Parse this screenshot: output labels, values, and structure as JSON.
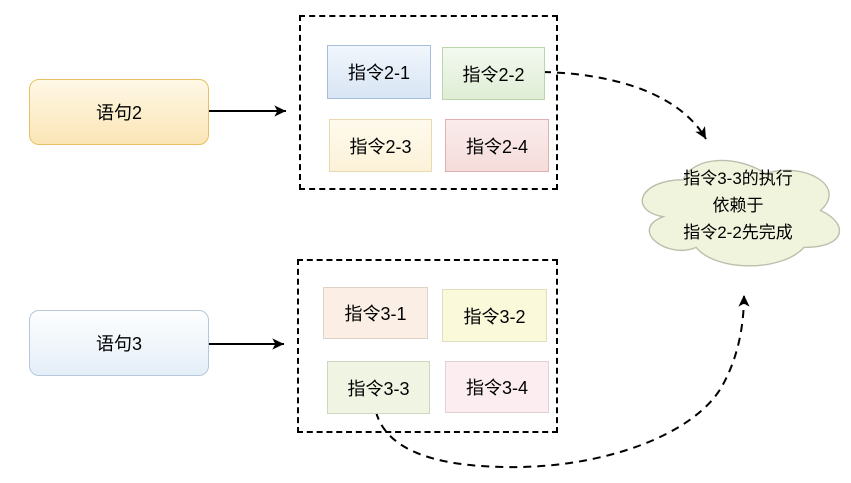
{
  "statements": [
    {
      "label": "语句2",
      "fill_top": "#fef8e6",
      "fill_bottom": "#fbe5b6",
      "border": "#e8c063"
    },
    {
      "label": "语句3",
      "fill_top": "#fdfefe",
      "fill_bottom": "#e4eef8",
      "border": "#b5c7d8"
    }
  ],
  "groups": [
    {
      "name": "statement2-instructions",
      "items": [
        {
          "label": "指令2-1",
          "fill": "#d8e5f4",
          "border": "#a6bfdc"
        },
        {
          "label": "指令2-2",
          "fill": "#dfedd5",
          "border": "#bcd6ac"
        },
        {
          "label": "指令2-3",
          "fill": "#fcf2d8",
          "border": "#e8daae"
        },
        {
          "label": "指令2-4",
          "fill": "#f5dcdb",
          "border": "#dfb0b2"
        }
      ]
    },
    {
      "name": "statement3-instructions",
      "items": [
        {
          "label": "指令3-1",
          "fill": "#fbefe5",
          "border": "#ded4c6"
        },
        {
          "label": "指令3-2",
          "fill": "#faf9da",
          "border": "#e0e0c0"
        },
        {
          "label": "指令3-3",
          "fill": "#f0f5e3",
          "border": "#cfd6be"
        },
        {
          "label": "指令3-4",
          "fill": "#fbedf0",
          "border": "#e3d0d4"
        }
      ]
    }
  ],
  "cloud": {
    "lines": [
      "指令3-3的执行",
      "依赖于",
      "指令2-2先完成"
    ],
    "fill": "#f0f4dc",
    "border": "#bcbfac"
  },
  "connector_color": "#000000",
  "group_border_style": "dashed",
  "background": "#ffffff"
}
